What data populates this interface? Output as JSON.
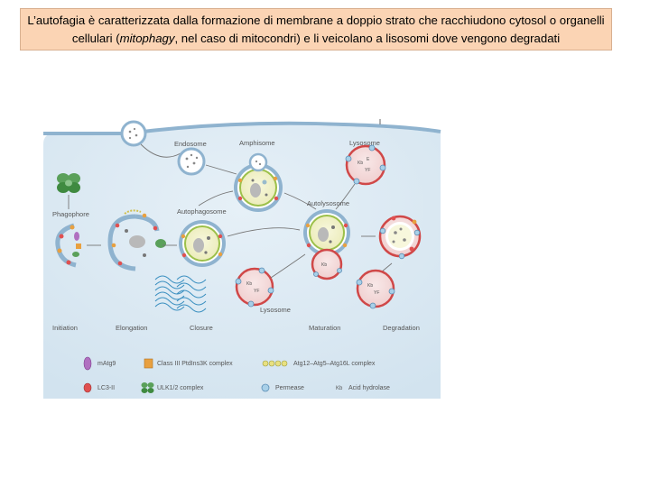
{
  "caption": {
    "line1": "L’autofagia è caratterizzata dalla formazione di membrane a doppio strato che racchiudono cytosol o organelli",
    "line2_pre": "cellulari (",
    "line2_italic": "mitophagy",
    "line2_post": ", nel caso di mitocondri) e li veicolano a lisosomi dove vengono degradati"
  },
  "diagram": {
    "labels": {
      "endosome": "Endosome",
      "amphisome": "Amphisome",
      "lysosome_top": "Lysosome",
      "autolysosome": "Autolysosome",
      "autophagosome": "Autophagosome",
      "phagophore": "Phagophore",
      "lysosome_bottom": "Lysosome"
    },
    "stages": [
      "Initiation",
      "Elongation",
      "Closure",
      "Maturation",
      "Degradation"
    ],
    "legend": [
      {
        "label": "mAtg9"
      },
      {
        "label": "Class III PtdIns3K complex"
      },
      {
        "label": "Atg12–Atg5–Atg16L complex"
      },
      {
        "label": "LC3-II"
      },
      {
        "label": "ULK1/2 complex"
      },
      {
        "label": "Permease"
      },
      {
        "label": "Acid hydrolase"
      }
    ],
    "colors": {
      "cytoplasm": "#dbeaf4",
      "membrane": "#8fb3cf",
      "lysosome": "#f4dcdc",
      "autophagosome_fill": "#f3f3cc"
    }
  }
}
